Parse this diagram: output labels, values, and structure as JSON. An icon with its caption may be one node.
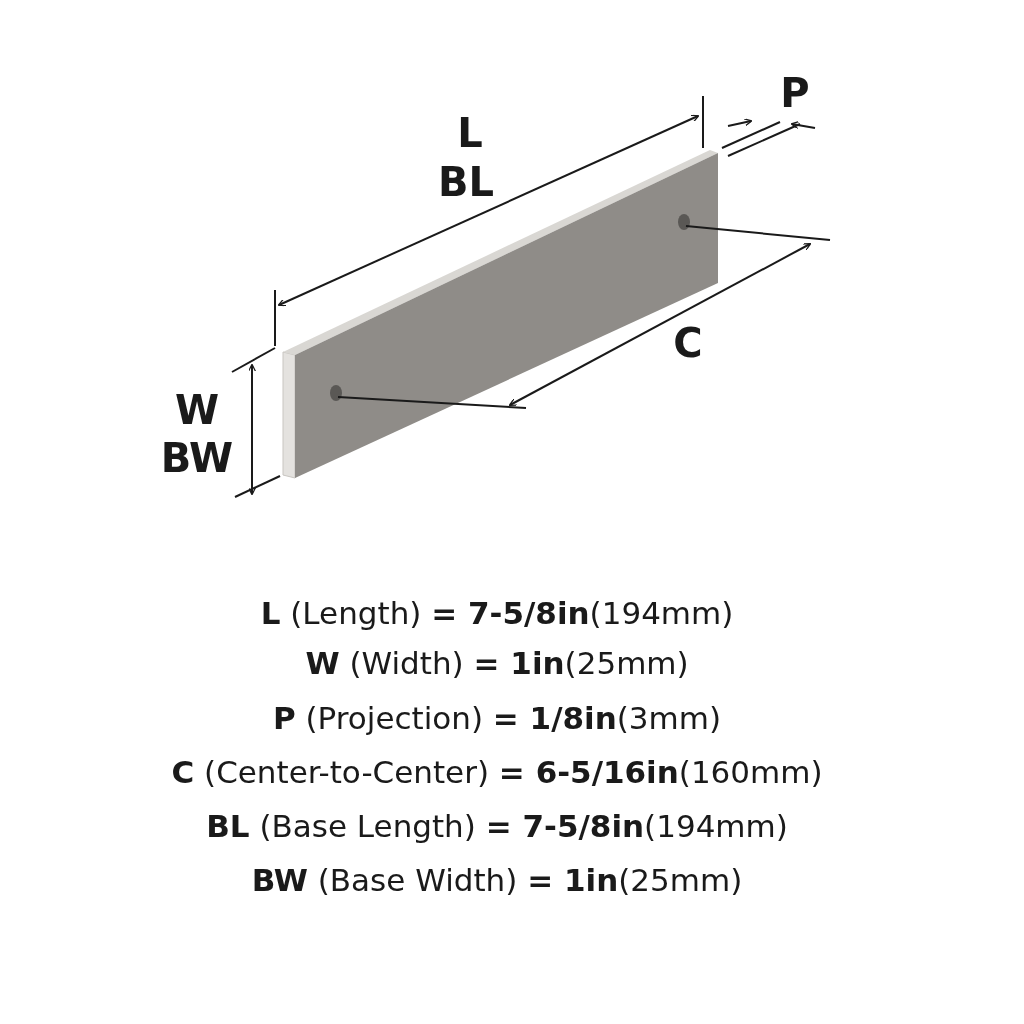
{
  "diagram": {
    "labels": [
      "P",
      "L",
      "BL",
      "C",
      "W",
      "BW",
      "**L** (Length) **= 7-5/8in**(194mm)",
      "**W** (Width) **= 1in**(25mm)",
      "**P** (Projection) **= 1/8in**(3mm)",
      "**C** (Center-to-Center) **= 6-5/16in**(160mm)",
      "**BL** (Base Length) **= 7-5/8in**(194mm)",
      "**BW** (Base Width) **= 1in**(25mm)"
    ]
  }
}
